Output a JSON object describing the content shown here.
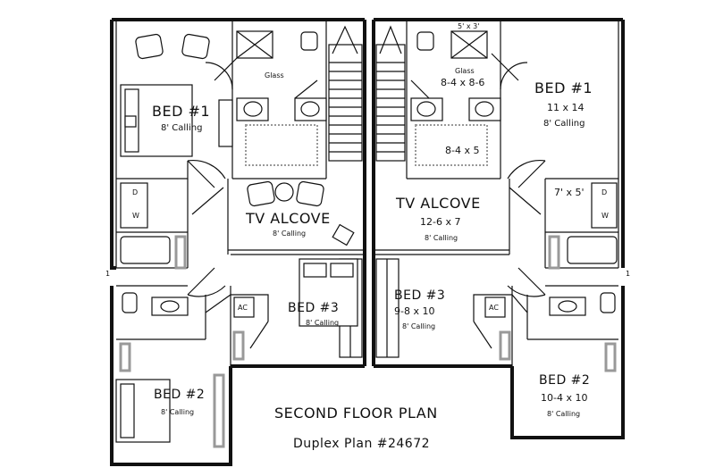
{
  "plan": {
    "title": "SECOND FLOOR PLAN",
    "subtitle": "Duplex Plan #24672"
  },
  "left_unit": {
    "bed1": {
      "name": "BED #1",
      "ceiling": "8' Calling"
    },
    "tv_alcove": {
      "name": "TV ALCOVE",
      "ceiling": "8' Calling"
    },
    "bed3": {
      "name": "BED #3",
      "ceiling": "8' Calling"
    },
    "bed2": {
      "name": "BED #2",
      "ceiling": "8' Calling"
    },
    "glass": "Glass",
    "ac": "AC",
    "dryer": "D",
    "washer": "W"
  },
  "right_unit": {
    "bed1": {
      "name": "BED #1",
      "dims": "11 x 14",
      "ceiling": "8' Calling"
    },
    "tv_alcove": {
      "name": "TV ALCOVE",
      "dims": "12-6 x 7",
      "ceiling": "8' Calling"
    },
    "bed3": {
      "name": "BED #3",
      "dims": "9-8 x 10",
      "ceiling": "8' Calling"
    },
    "bed2": {
      "name": "BED #2",
      "dims": "10-4 x 10",
      "ceiling": "8' Calling"
    },
    "bath_dims": "8-4 x 8-6",
    "shower_dims": "8-4 x 5",
    "closet_dims": "5' x 3'",
    "glass": "Glass",
    "laundry_dims": "7' x 5'",
    "ac": "AC",
    "dryer": "D",
    "washer": "W"
  }
}
